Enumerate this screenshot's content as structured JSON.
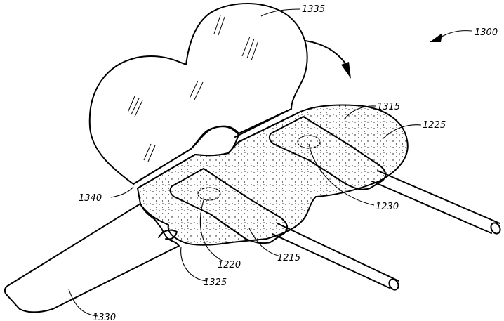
{
  "figure": {
    "labels": {
      "l1300": "1300",
      "l1335": "1335",
      "l1315": "1315",
      "l1225": "1225",
      "l1230": "1230",
      "l1340": "1340",
      "l1220": "1220",
      "l1215": "1215",
      "l1325": "1325",
      "l1330": "1330"
    }
  }
}
